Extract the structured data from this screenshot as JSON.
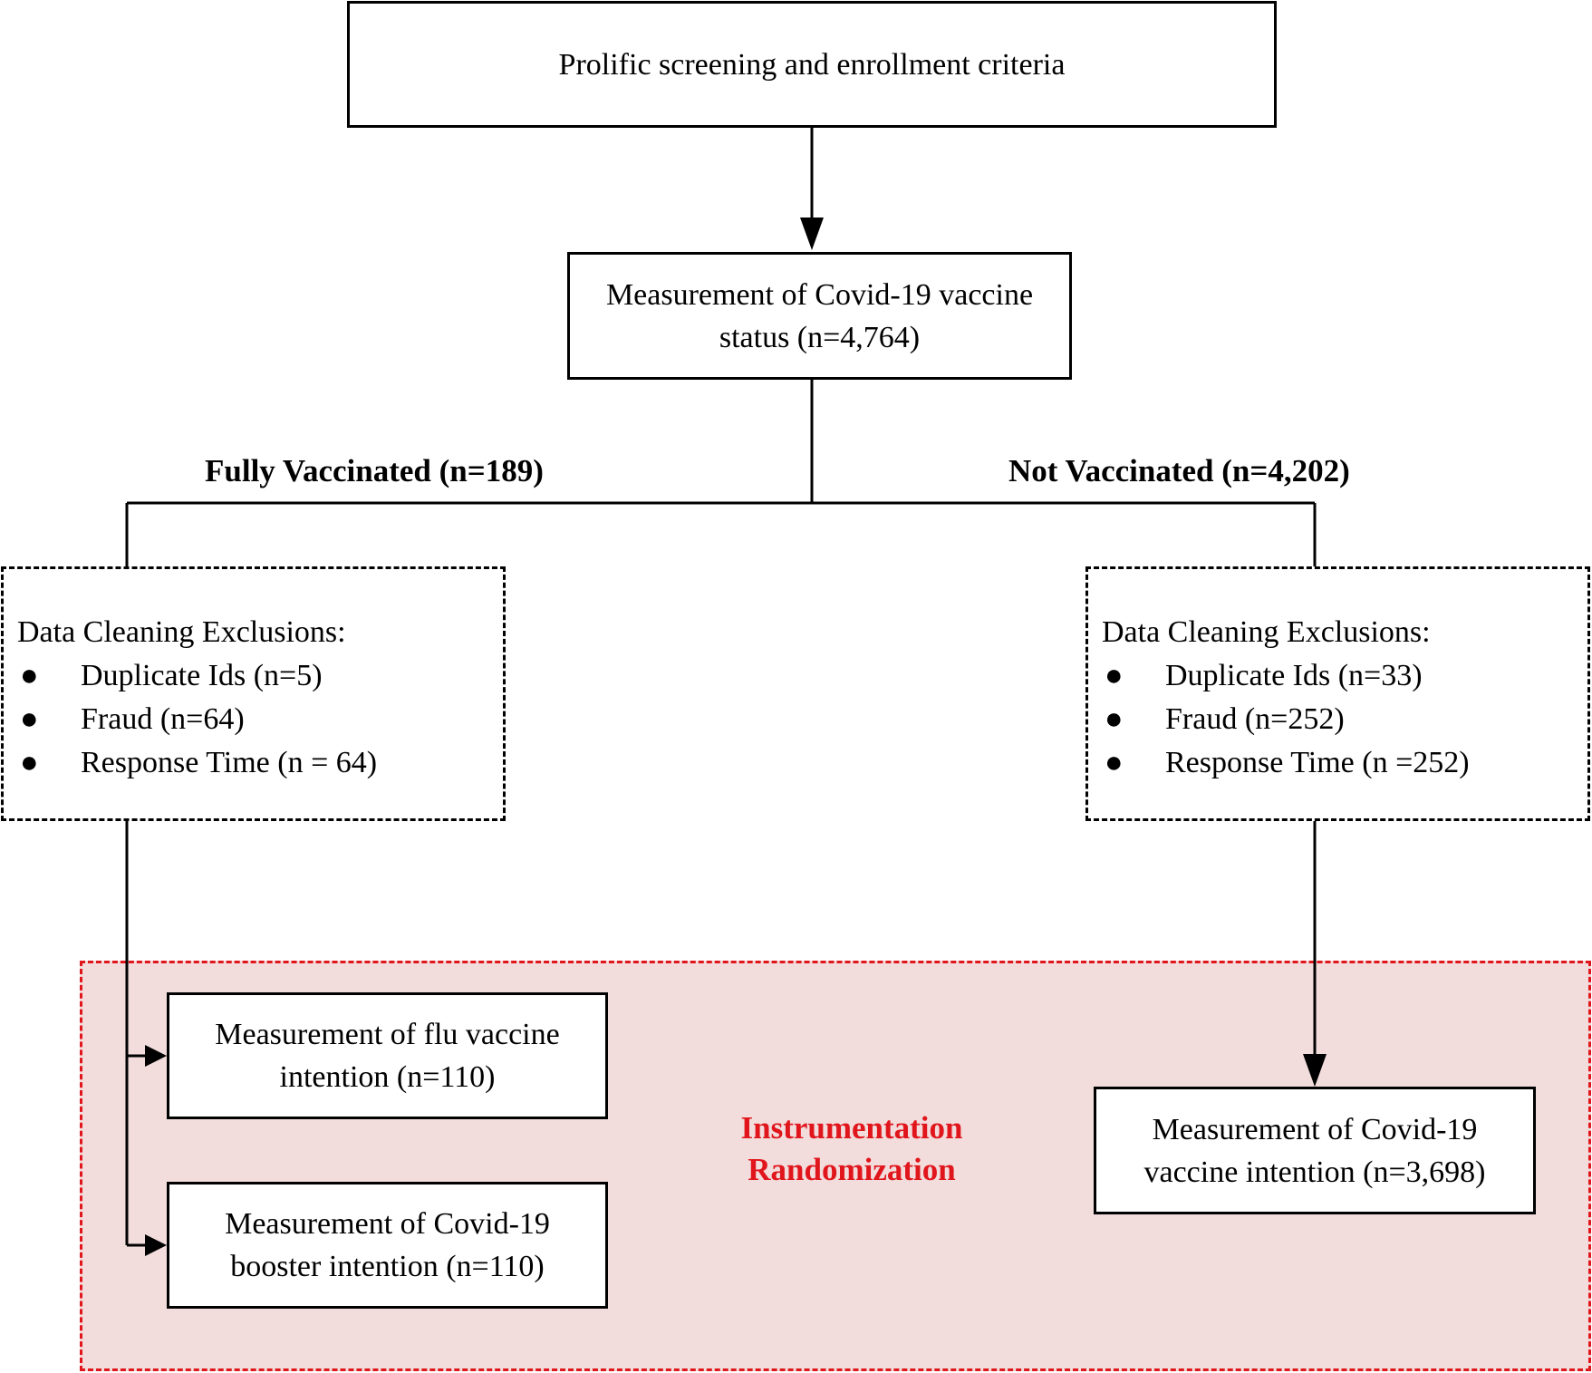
{
  "top_box": "Prolific screening and enrollment criteria",
  "status_box": {
    "line1": "Measurement of Covid-19 vaccine",
    "line2": "status (n=4,764)"
  },
  "left_branch_label": "Fully Vaccinated (n=189)",
  "right_branch_label": "Not Vaccinated (n=4,202)",
  "left_exclusions": {
    "title": "Data Cleaning Exclusions:",
    "items": [
      "Duplicate Ids (n=5)",
      "Fraud (n=64)",
      "Response Time (n = 64)"
    ]
  },
  "right_exclusions": {
    "title": "Data Cleaning Exclusions:",
    "items": [
      "Duplicate Ids (n=33)",
      "Fraud (n=252)",
      "Response Time (n =252)"
    ]
  },
  "flu_box": {
    "line1": "Measurement of flu vaccine",
    "line2": "intention (n=110)"
  },
  "booster_box": {
    "line1": "Measurement of Covid-19",
    "line2": "booster intention (n=110)"
  },
  "intention_box": {
    "line1": "Measurement of Covid-19",
    "line2": "vaccine intention (n=3,698)"
  },
  "randomization_label": {
    "line1": "Instrumentation",
    "line2": "Randomization"
  },
  "bullet_glyph": "●",
  "colors": {
    "accent_red": "#e0161c",
    "region_fill": "#f2dcdc",
    "line": "#000000"
  }
}
